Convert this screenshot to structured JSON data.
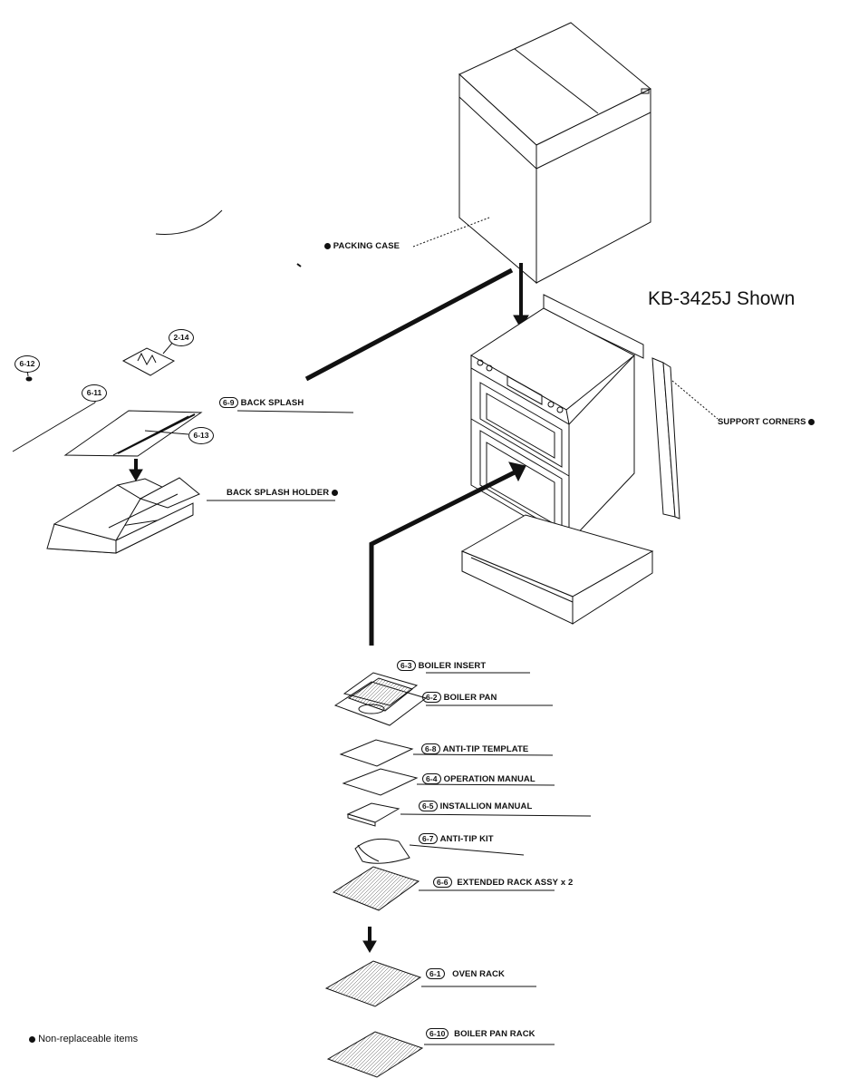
{
  "title": "KB-3425J Shown",
  "legend": "Non-replaceable items",
  "parts": {
    "packing_case": "PACKING CASE",
    "support_corners": "SUPPORT CORNERS",
    "back_splash": {
      "num": "6-9",
      "label": "BACK SPLASH"
    },
    "back_splash_holder": "BACK SPLASH HOLDER",
    "p_2_14": "2-14",
    "p_6_12": "6-12",
    "p_6_11": "6-11",
    "p_6_13": "6-13",
    "boiler_insert": {
      "num": "6-3",
      "label": "BOILER INSERT"
    },
    "boiler_pan": {
      "num": "6-2",
      "label": "BOILER PAN"
    },
    "anti_tip_template": {
      "num": "6-8",
      "label": "ANTI-TIP TEMPLATE"
    },
    "operation_manual": {
      "num": "6-4",
      "label": "OPERATION MANUAL"
    },
    "installion_manual": {
      "num": "6-5",
      "label": "INSTALLION MANUAL"
    },
    "anti_tip_kit": {
      "num": "6-7",
      "label": "ANTI-TIP KIT"
    },
    "extended_rack": {
      "num": "6-6",
      "label": "EXTENDED RACK ASSY",
      "qty": "x 2"
    },
    "oven_rack": {
      "num": "6-1",
      "label": "OVEN RACK"
    },
    "boiler_pan_rack": {
      "num": "6-10",
      "label": "BOILER PAN RACK"
    }
  }
}
